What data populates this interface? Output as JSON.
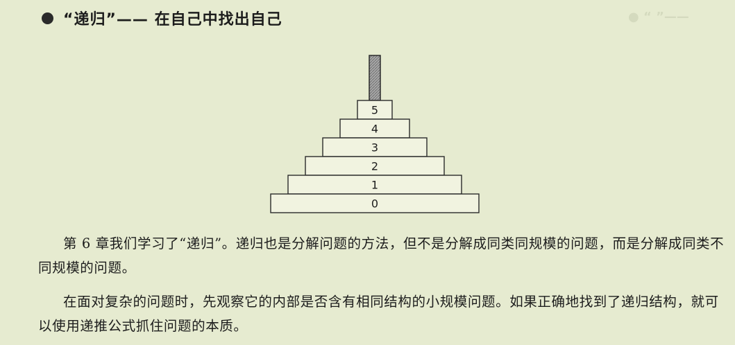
{
  "heading": {
    "title": "“递归”—— 在自己中找出自己"
  },
  "figure": {
    "disk_labels": [
      "5",
      "4",
      "3",
      "2",
      "1",
      "0"
    ]
  },
  "paragraphs": [
    "第 6 章我们学习了“递归”。递归也是分解问题的方法，但不是分解成同类同规模的问题，而是分解成同类不同规模的问题。",
    "在面对复杂的问题时，先观察它的内部是否含有相同结构的小规模问题。如果正确地找到了递归结构，就可以使用递推公式抓住问题的本质。"
  ],
  "colors": {
    "background": "#e6ebd0",
    "disk_fill": "#f1f3e0",
    "peg_fill": "#9a9a9a",
    "ink": "#1c1c1c"
  }
}
